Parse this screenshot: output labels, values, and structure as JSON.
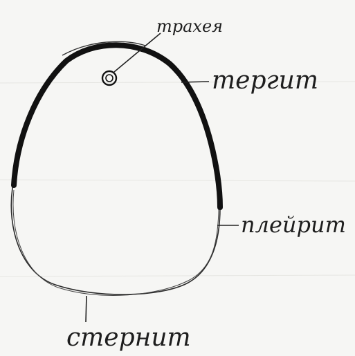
{
  "diagram": {
    "labels": {
      "trachea": "трахея",
      "tergite": "тергит",
      "pleurite": "плейрит",
      "sternite": "стернит"
    },
    "colors": {
      "paper": "#f6f6f4",
      "ink": "#1e1e1e"
    }
  }
}
